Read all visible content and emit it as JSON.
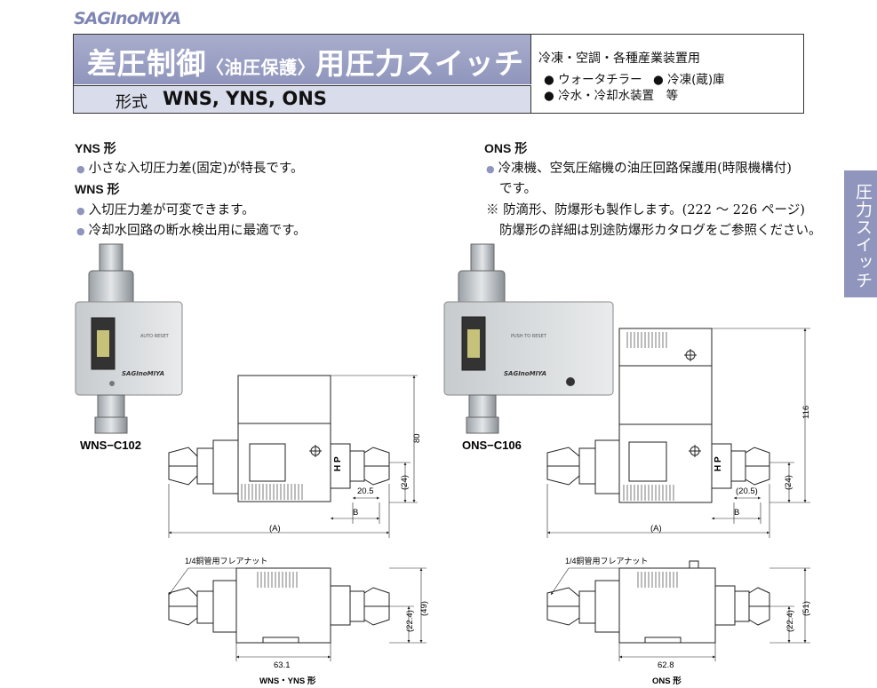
{
  "brand": "SAGInoMIYA",
  "header": {
    "title_pre": "差圧制御",
    "title_paren": "〈油圧保護〉",
    "title_post": "用圧力スイッチ",
    "model_label": "形式",
    "model_value": "WNS, YNS, ONS",
    "use_title": "冷凍・空調・各種産業装置用",
    "use_item_1": "ウォータチラー",
    "use_item_2": "冷凍(蔵)庫",
    "use_item_3": "冷水・冷却水装置　等"
  },
  "left": {
    "yns_heading": "YNS 形",
    "yns_point": "小さな入切圧力差(固定)が特長です。",
    "wns_heading": "WNS 形",
    "wns_point_1": "入切圧力差が可変できます。",
    "wns_point_2": "冷却水回路の断水検出用に最適です。"
  },
  "right": {
    "ons_heading": "ONS 形",
    "ons_point": "冷凍機、空気圧縮機の油圧回路保護用(時限機構付)",
    "ons_point_cont": "です。",
    "note_1": "※ 防滴形、防爆形も製作します。(222 ～ 226 ページ)",
    "note_2": "防爆形の詳細は別途防爆形カタログをご参照ください。"
  },
  "side_tab": "圧力スイッチ",
  "product_left": {
    "model": "WNS−C102",
    "face_text": "AUTO RESET",
    "face_logo": "SAGInoMIYA"
  },
  "product_right": {
    "model": "ONS−C106",
    "face_text": "PUSH TO RESET",
    "face_logo": "SAGInoMIYA"
  },
  "drawing_left": {
    "hp": "H P",
    "dim_80": "80",
    "dim_24": "(24)",
    "dim_20_5": "20.5",
    "dim_b": "B",
    "dim_a": "(A)",
    "flare": "1/4銅管用フレアナット",
    "dim_49": "(49)",
    "dim_22_4": "(22.4)",
    "dim_63_1": "63.1",
    "caption": "WNS・YNS 形"
  },
  "drawing_right": {
    "hp": "H P",
    "dim_116": "116",
    "dim_24": "(24)",
    "dim_20_5": "(20.5)",
    "dim_b": "B",
    "dim_a": "(A)",
    "flare": "1/4銅管用フレアナット",
    "dim_51": "(51)",
    "dim_22_4": "(22.4)",
    "dim_62_8": "62.8",
    "caption": "ONS 形"
  },
  "colors": {
    "accent": "#8f95bc",
    "accent_light": "#d9dcea",
    "logo": "#7f86b3"
  }
}
